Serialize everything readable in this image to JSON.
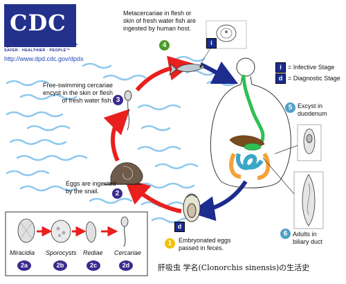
{
  "logo": {
    "text": "CDC",
    "tagline": "SAFER · HEALTHIER · PEOPLE™",
    "url": "http://www.dpd.cdc.gov/dpdx"
  },
  "legend": {
    "infective": {
      "letter": "i",
      "label": "= Infective Stage"
    },
    "diagnostic": {
      "letter": "d",
      "label": "= Diagnostic Stage"
    }
  },
  "steps": [
    {
      "num": "1",
      "text": [
        "Embryonated eggs",
        "passed in feces."
      ],
      "color": "#f2c200"
    },
    {
      "num": "2",
      "text": [
        "Eggs are ingested",
        "by the snail."
      ],
      "color": "#3a2b8f"
    },
    {
      "num": "3",
      "text": [
        "Free-swimming cercariae",
        "encyst in the skin or flesh",
        "of fresh water fish."
      ],
      "color": "#3a2b8f"
    },
    {
      "num": "4",
      "text": [
        "Metacercariae in flesh or",
        "skin of fresh water fish are",
        "ingested by human host."
      ],
      "color": "#4c9a2a"
    },
    {
      "num": "5",
      "text": [
        "Excyst in",
        "duodenum"
      ],
      "color": "#4fa0c8"
    },
    {
      "num": "6",
      "text": [
        "Adults in",
        "biliary duct"
      ],
      "color": "#4fa0c8"
    }
  ],
  "snail_stages": [
    {
      "num": "2a",
      "label": "Miracidia"
    },
    {
      "num": "2b",
      "label": "Sporocysts"
    },
    {
      "num": "2c",
      "label": "Rediae"
    },
    {
      "num": "2d",
      "label": "Cercariae"
    }
  ],
  "marker_letters": {
    "fish": "i",
    "egg": "d"
  },
  "caption": "肝吸虫 学名(Clonorchis sinensis)の生活史",
  "colors": {
    "cycle_red": "#e8201e",
    "cycle_blue": "#1d2c8f",
    "water": "#8ec8ee",
    "badge_purple": "#3a2b8f"
  }
}
